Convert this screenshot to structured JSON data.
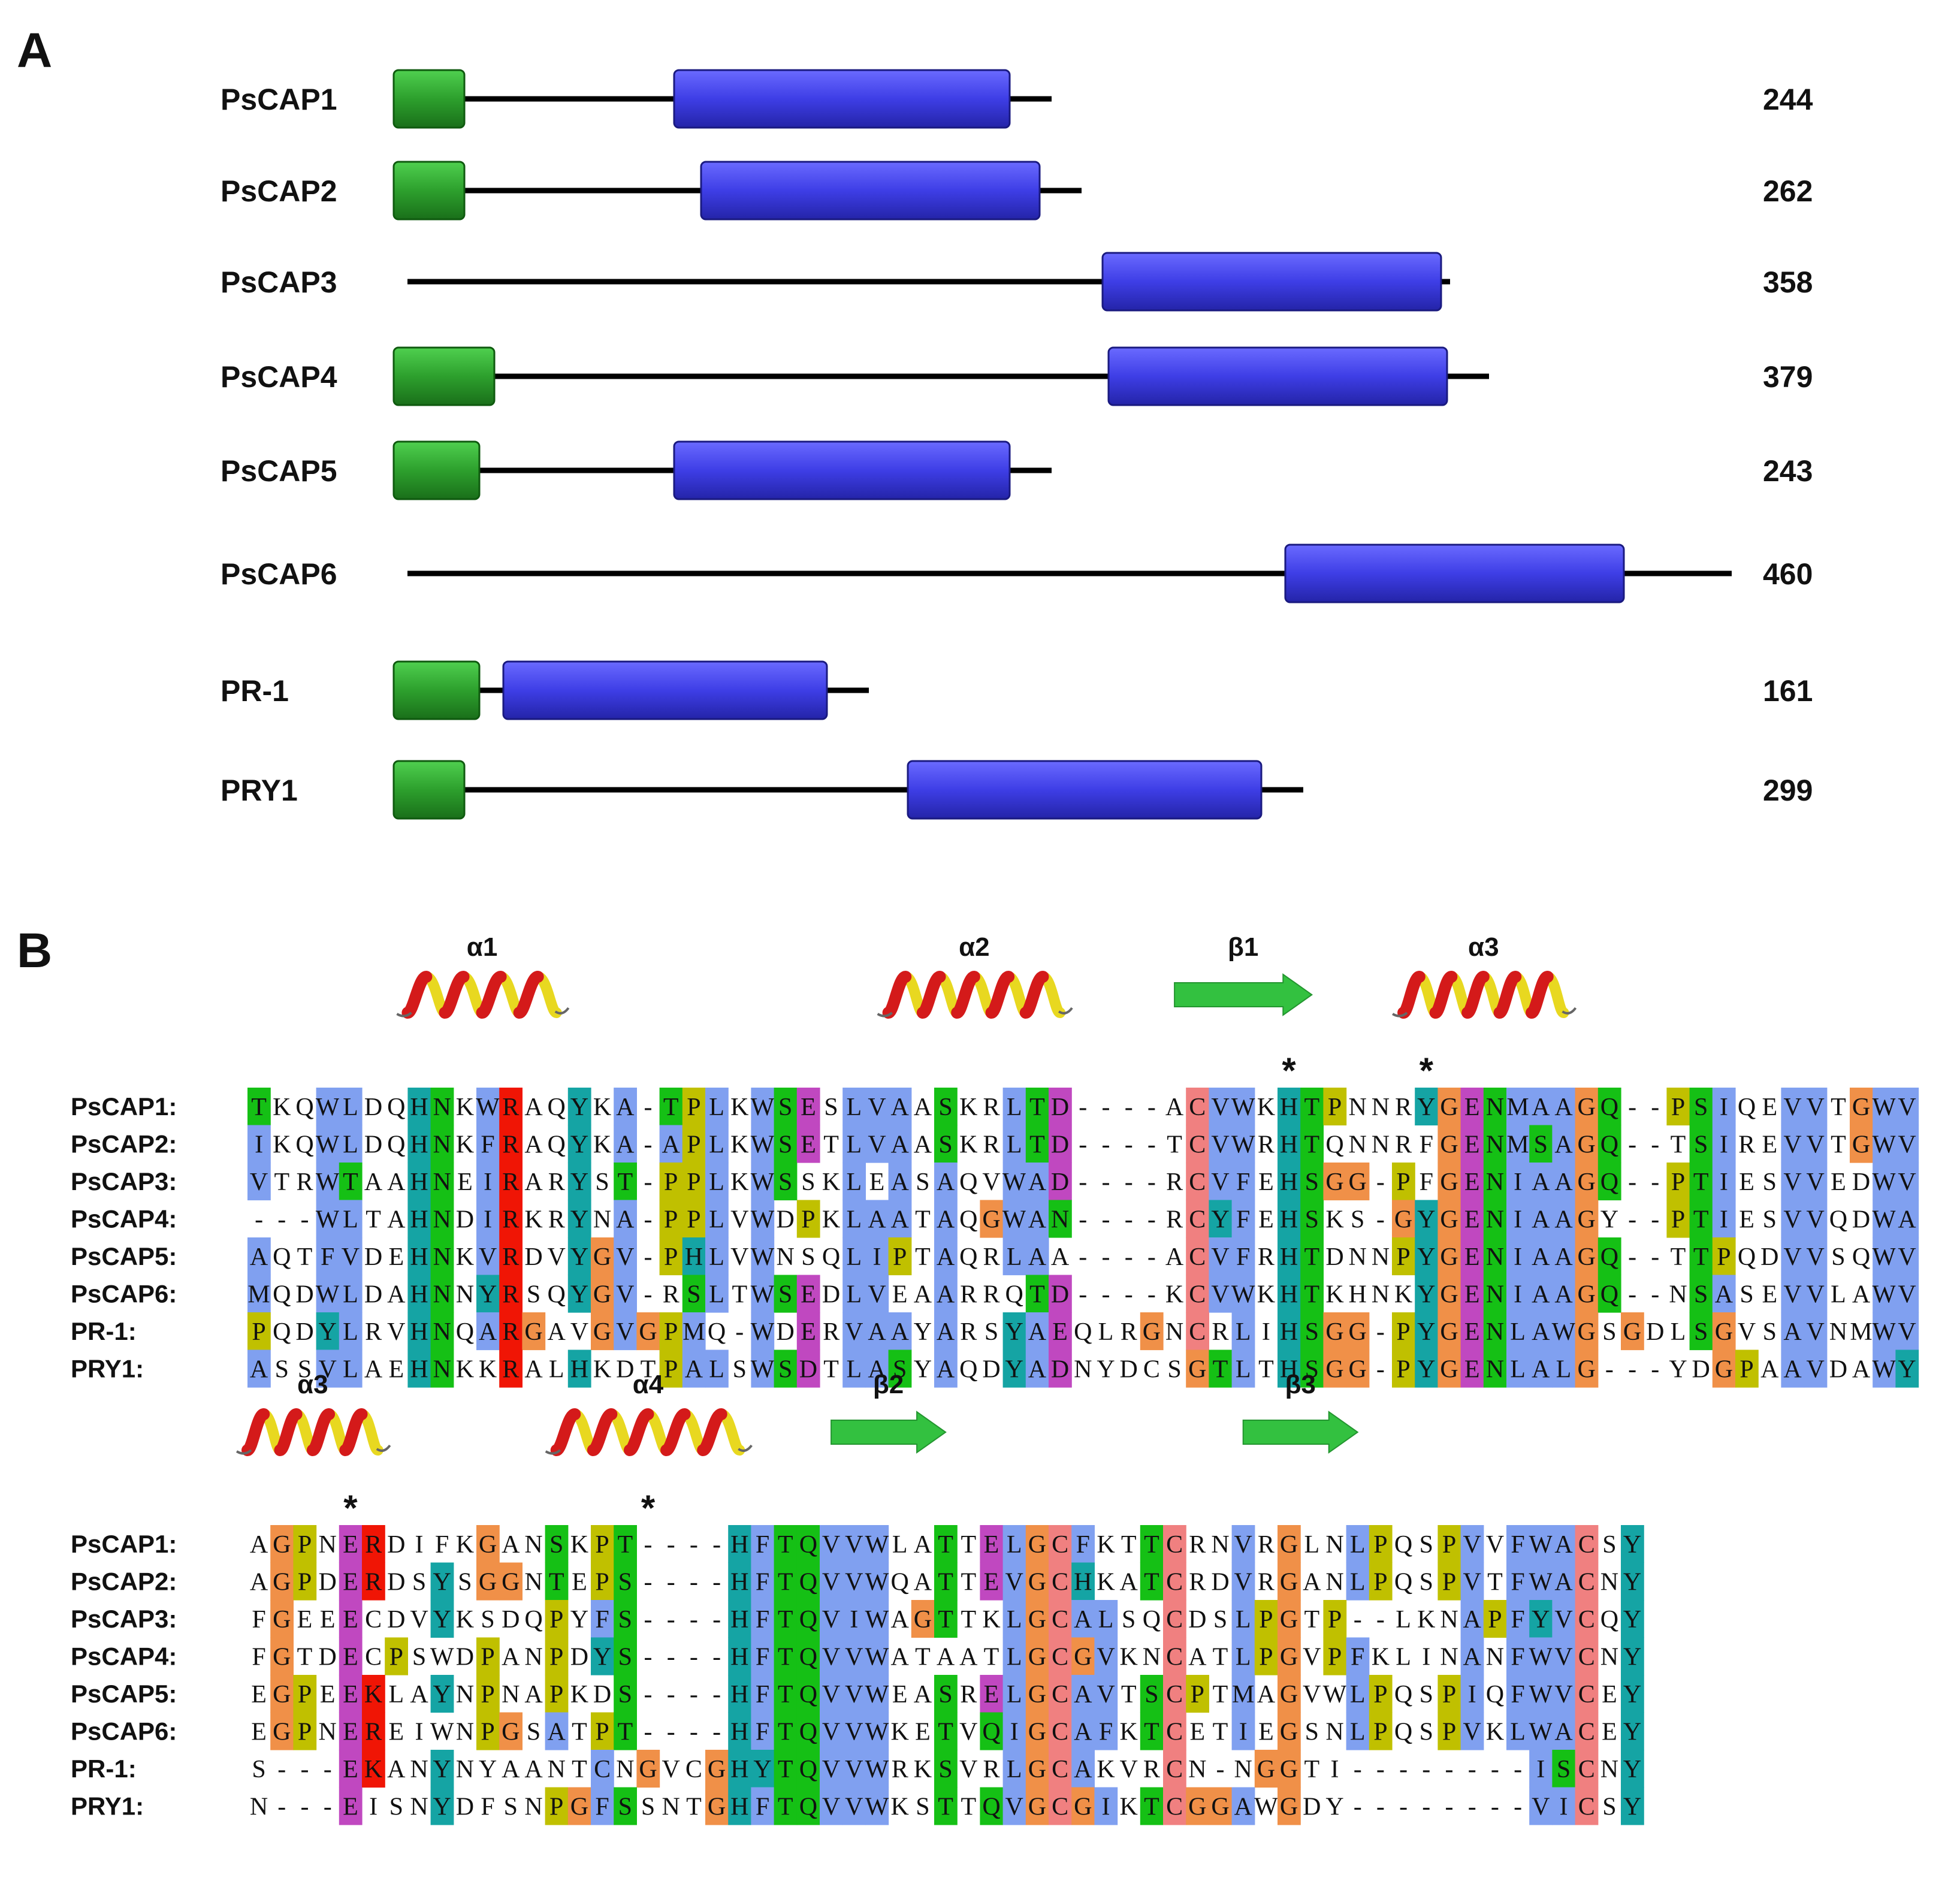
{
  "panel_a": {
    "label": "A",
    "proteins": [
      {
        "name": "PsCAP1",
        "length": "244",
        "line_end": 1755,
        "signal": true,
        "sig_end": 775,
        "cap_start": 1125,
        "cap_end": 1685
      },
      {
        "name": "PsCAP2",
        "length": "262",
        "line_end": 1805,
        "signal": true,
        "sig_end": 775,
        "cap_start": 1170,
        "cap_end": 1735
      },
      {
        "name": "PsCAP3",
        "length": "358",
        "line_end": 2420,
        "signal": false,
        "cap_start": 1840,
        "cap_end": 2405
      },
      {
        "name": "PsCAP4",
        "length": "379",
        "line_end": 2485,
        "signal": true,
        "sig_end": 825,
        "cap_start": 1850,
        "cap_end": 2415
      },
      {
        "name": "PsCAP5",
        "length": "243",
        "line_end": 1755,
        "signal": true,
        "sig_end": 800,
        "cap_start": 1125,
        "cap_end": 1685
      },
      {
        "name": "PsCAP6",
        "length": "460",
        "line_end": 2890,
        "signal": false,
        "cap_start": 2145,
        "cap_end": 2710
      },
      {
        "name": "PR-1",
        "length": "161",
        "line_end": 1450,
        "signal": true,
        "sig_end": 800,
        "cap_start": 840,
        "cap_end": 1380
      },
      {
        "name": "PRY1",
        "length": "299",
        "line_end": 2175,
        "signal": true,
        "sig_end": 775,
        "cap_start": 1515,
        "cap_end": 2105
      }
    ],
    "colors": {
      "signal_peptide": "#2da02d",
      "cap_domain": "#3e3ee6",
      "line": "#000000"
    }
  },
  "panel_b": {
    "label": "B",
    "names": [
      "PsCAP1:",
      "PsCAP2:",
      "PsCAP3:",
      "PsCAP4:",
      "PsCAP5:",
      "PsCAP6:",
      "PR-1:",
      "PRY1:"
    ],
    "blocks": [
      {
        "rows": [
          "TKQWLDQHNKWRAQYKA-TPLKWSESLVAASKRLTD----ACVWKHTPNNRYGENMAAGQ--PSIQEVVTGWV",
          "IKQWLDQHNKFRAQYKA-APLKWSETLVAASKRLTD----TCVWRHTQNNRFGENMSAGQ--TSIREVVTGWV",
          "VTRWTAAHNEIRARYST-PPLKWSSKLEASAQVWAD----RCVFEHSGG-PFGENIAAGQ--PTIESVVEDWV",
          "---WLTAHNDIRKRYNA-PPLVWDPKLAATAQGWAN----RCYFEHSKS-GYGENIAAGY--PTIESVVQDWA",
          "AQTFVDEHNKVRDVYGV-PHLVWNSQLIPTAQRLAA----ACVFRHTDNNPYGENIAAGQ--TTPQDVVSQWV",
          "MQDWLDAHNNYRSQYGV-RSLTWSEDLVEAARRQTD----KCVWKHTKHNKYGENIAAGQ--NSASEVVLAWV",
          "PQDYLRVHNQARGAVGVGPMQ-WDERVAAYARSYAEQLRGNCRLIHSGG-PYGENLAWGSGDLSGVSAVNMWV",
          "ASSVLAEHNKKRALHKDTPALSWSDTLASYAQDYADNYDCSGTLTHSGG-PYGENLALG---YDGPAAVDAWY"
        ],
        "ss": [
          {
            "type": "helix",
            "label": "α1",
            "start": 7,
            "end": 13.5
          },
          {
            "type": "helix",
            "label": "α2",
            "start": 28,
            "end": 35.5
          },
          {
            "type": "strand",
            "label": "β1",
            "start": 40.5,
            "end": 46.5
          },
          {
            "type": "helix",
            "label": "α3",
            "start": 50.5,
            "end": 57.5
          }
        ],
        "stars": [
          {
            "col": 45,
            "text": "*"
          },
          {
            "col": 51,
            "text": "*"
          }
        ]
      },
      {
        "rows": [
          "AGPNERDIFKGANSKPT----HFTQVVWLATTELGCFKTTCRNVRGLNLPQSPVVFWACSY",
          "AGPDERDSYSGGNTEPS----HFTQVVWQATTEVGCHKATCRDVRGANLPQSPVTFWACNY",
          "FGEEECDVYKSDQPYFS----HFTQVIWAGTTKLGCALSQCDSLPGTP--LKNAPFYVCQY",
          "FGTDECPSWDPANPDYS----HFTQVVWATAATLGCGVKNCATLPGVPFKLINANFWVCNY",
          "EGPEEKLAYNPNAPKDS----HFTQVVWEASRELGCAVTSCPTMAGVWLPQSPIQFWVCEY",
          "EGPNEREIWNPGSATPT----HFTQVVWKETVQIGCAFKTCETIEGSNLPQSPVKLWACEY",
          "S---EKANYNYAANTCNGVCGHYTQVVWRKSVRLGCAKVRCN-NGGTI--------ISCNY",
          "N---EISNYDFSNPGFSSNTGHFTQVVWKSTTQVGCGIKTCGGAWGDY--------VICSY"
        ],
        "ss": [
          {
            "type": "helix",
            "label": "α3",
            "start": 0,
            "end": 5.7
          },
          {
            "type": "helix",
            "label": "α4",
            "start": 13.5,
            "end": 21.5
          },
          {
            "type": "strand",
            "label": "β2",
            "start": 25.5,
            "end": 30.5
          },
          {
            "type": "strand",
            "label": "β3",
            "start": 43.5,
            "end": 48.5
          }
        ],
        "stars": [
          {
            "col": 4,
            "text": "*"
          },
          {
            "col": 17,
            "text": "*"
          }
        ]
      }
    ],
    "colors": {
      "hydrophobic": "#80a0f0",
      "positive": "#f01505",
      "negative": "#c048c0",
      "polar": "#15c015",
      "cysteine": "#f08080",
      "glycine": "#f09048",
      "proline": "#c0c000",
      "aromatic": "#15a4a4"
    }
  }
}
